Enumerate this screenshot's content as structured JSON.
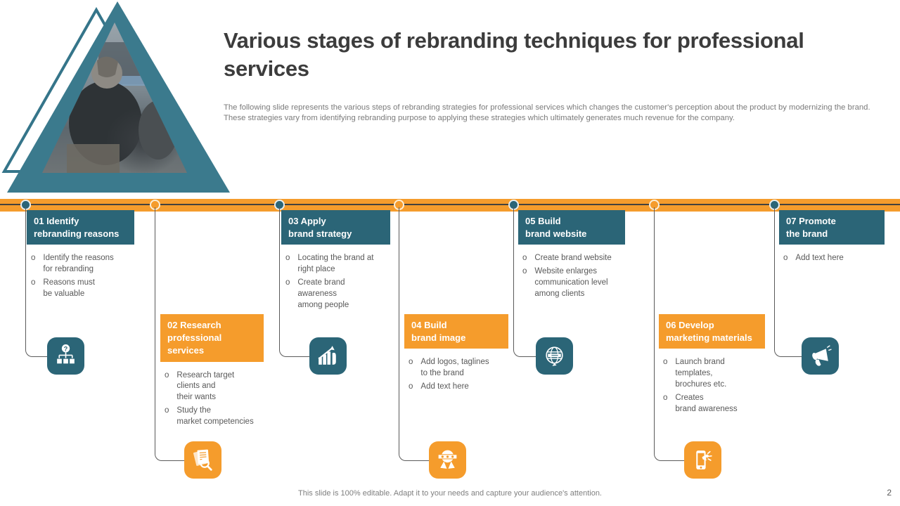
{
  "slide": {
    "title": "Various stages of rebranding techniques for professional services",
    "subtitle": "The following slide represents the various steps of rebranding strategies for professional services which changes the customer's perception about the product by modernizing the brand. These strategies vary from identifying rebranding purpose to applying these strategies which ultimately generates much revenue for the company.",
    "footer": "This slide is 100% editable. Adapt it to your needs and capture your audience's attention.",
    "page_number": "2",
    "bullet_marker": "o"
  },
  "colors": {
    "teal": "#2B6577",
    "teal_triangle": "#3B7A8D",
    "orange": "#F59C2C",
    "body_text_gray": "#595959",
    "subtitle_gray": "#7B7B7B",
    "title_gray": "#3C3C3C"
  },
  "stages": [
    {
      "number": "01",
      "header": "01 Identify\nrebranding reasons",
      "icon": "hierarchy-question-icon",
      "bullets": [
        "Identify the reasons\nfor rebranding",
        "Reasons must\nbe valuable"
      ]
    },
    {
      "number": "02",
      "header": "02 Research\nprofessional services",
      "icon": "document-search-icon",
      "bullets": [
        "Research target\nclients and\ntheir wants",
        "Study the\nmarket competencies"
      ]
    },
    {
      "number": "03",
      "header": "03 Apply\nbrand strategy",
      "icon": "growth-chart-icon",
      "bullets": [
        "Locating the brand at\nright place",
        "Create brand\nawareness\namong people"
      ]
    },
    {
      "number": "04",
      "header": "04 Build\nbrand image",
      "icon": "award-badge-icon",
      "bullets": [
        "Add logos, taglines\nto the brand",
        "Add text here"
      ]
    },
    {
      "number": "05",
      "header": "05 Build\nbrand website",
      "icon": "globe-icon",
      "bullets": [
        "Create brand website",
        "Website enlarges\ncommunication level\namong clients"
      ]
    },
    {
      "number": "06",
      "header": "06 Develop\nmarketing materials",
      "icon": "mobile-megaphone-icon",
      "bullets": [
        "Launch brand\ntemplates,\nbrochures etc.",
        "Creates\nbrand awareness"
      ]
    },
    {
      "number": "07",
      "header": "07 Promote\nthe brand",
      "icon": "megaphone-icon",
      "bullets": [
        "Add text here"
      ]
    }
  ]
}
